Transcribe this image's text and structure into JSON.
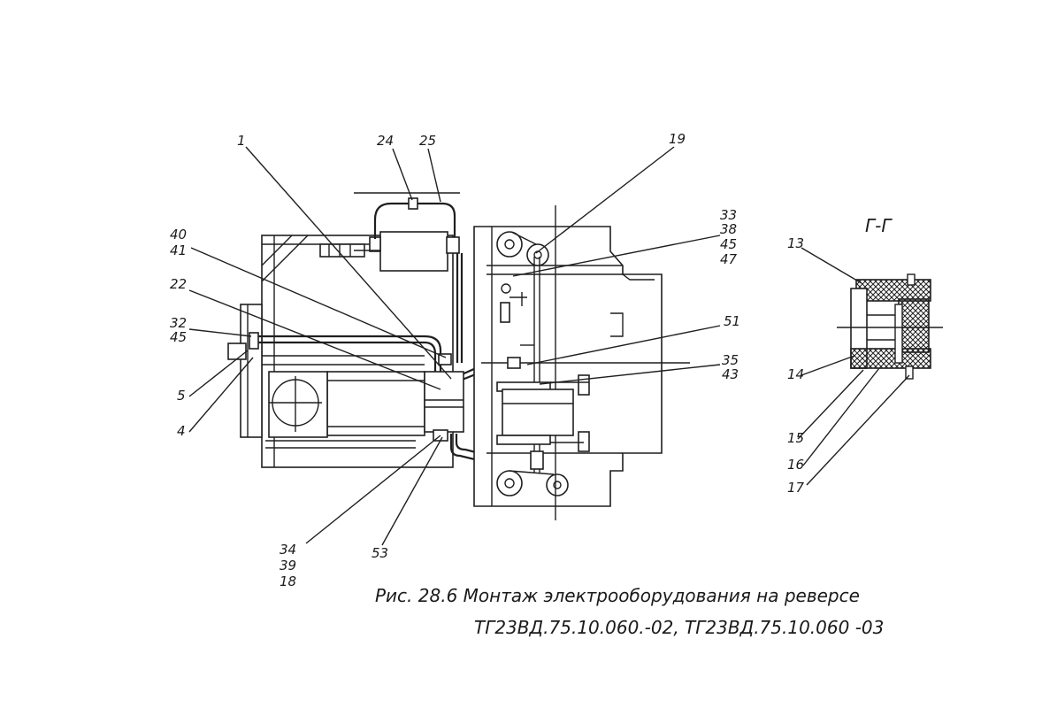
{
  "callouts": {
    "c1": "1",
    "c24": "24",
    "c25": "25",
    "c19": "19",
    "c40": "40",
    "c41": "41",
    "c22": "22",
    "c32": "32",
    "c45a": "45",
    "c5": "5",
    "c4": "4",
    "c33": "33",
    "c38": "38",
    "c45b": "45",
    "c47": "47",
    "c51": "51",
    "c35": "35",
    "c43": "43",
    "c34": "34",
    "c39": "39",
    "c18": "18",
    "c53": "53",
    "c13": "13",
    "c14": "14",
    "c15": "15",
    "c16": "16",
    "c17": "17"
  },
  "section_label": "Г-Г",
  "caption": {
    "line1": "Рис. 28.6   Монтаж электрооборудования  на реверсе",
    "line2": "ТГ23ВД.75.10.060.-02,  ТГ23ВД.75.10.060 -03"
  }
}
